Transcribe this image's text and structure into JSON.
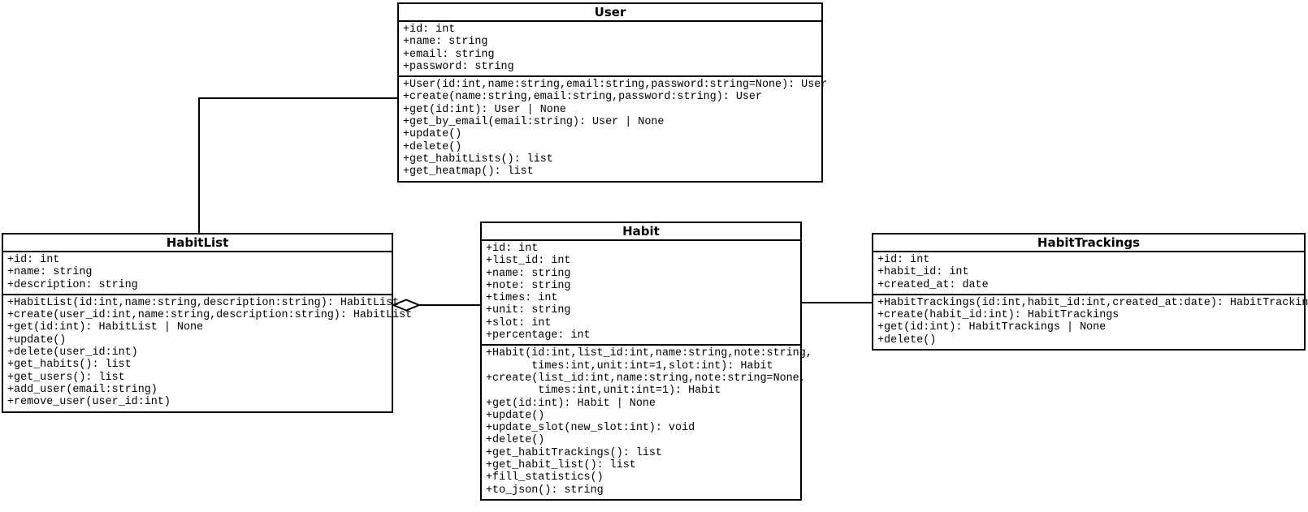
{
  "diagram": {
    "kind": "uml-class-diagram",
    "background_color": "#ffffff",
    "line_color": "#000000",
    "text_color": "#000000"
  },
  "classes": {
    "user": {
      "name": "User",
      "attributes": [
        "+id: int",
        "+name: string",
        "+email: string",
        "+password: string"
      ],
      "methods": [
        "+User(id:int,name:string,email:string,password:string=None): User",
        "+create(name:string,email:string,password:string): User",
        "+get(id:int): User | None",
        "+get_by_email(email:string): User | None",
        "+update()",
        "+delete()",
        "+get_habitLists(): list",
        "+get_heatmap(): list"
      ]
    },
    "habit_list": {
      "name": "HabitList",
      "attributes": [
        "+id: int",
        "+name: string",
        "+description: string"
      ],
      "methods": [
        "+HabitList(id:int,name:string,description:string): HabitList",
        "+create(user_id:int,name:string,description:string): HabitList",
        "+get(id:int): HabitList | None",
        "+update()",
        "+delete(user_id:int)",
        "+get_habits(): list",
        "+get_users(): list",
        "+add_user(email:string)",
        "+remove_user(user_id:int)"
      ]
    },
    "habit": {
      "name": "Habit",
      "attributes": [
        "+id: int",
        "+list_id: int",
        "+name: string",
        "+note: string",
        "+times: int",
        "+unit: string",
        "+slot: int",
        "+percentage: int"
      ],
      "methods": [
        "+Habit(id:int,list_id:int,name:string,note:string,",
        "       times:int,unit:int=1,slot:int): Habit",
        "+create(list_id:int,name:string,note:string=None,",
        "        times:int,unit:int=1): Habit",
        "+get(id:int): Habit | None",
        "+update()",
        "+update_slot(new_slot:int): void",
        "+delete()",
        "+get_habitTrackings(): list",
        "+get_habit_list(): list",
        "+fill_statistics()",
        "+to_json(): string"
      ]
    },
    "habit_trackings": {
      "name": "HabitTrackings",
      "attributes": [
        "+id: int",
        "+habit_id: int",
        "+created_at: date"
      ],
      "methods": [
        "+HabitTrackings(id:int,habit_id:int,created_at:date): HabitTrackings",
        "+create(habit_id:int): HabitTrackings",
        "+get(id:int): HabitTrackings | None",
        "+delete()"
      ]
    }
  },
  "relationships": [
    {
      "from": "User",
      "to": "HabitList",
      "type": "association"
    },
    {
      "from": "HabitList",
      "to": "Habit",
      "type": "aggregation",
      "diamond_end": "HabitList"
    },
    {
      "from": "Habit",
      "to": "HabitTrackings",
      "type": "association"
    }
  ]
}
